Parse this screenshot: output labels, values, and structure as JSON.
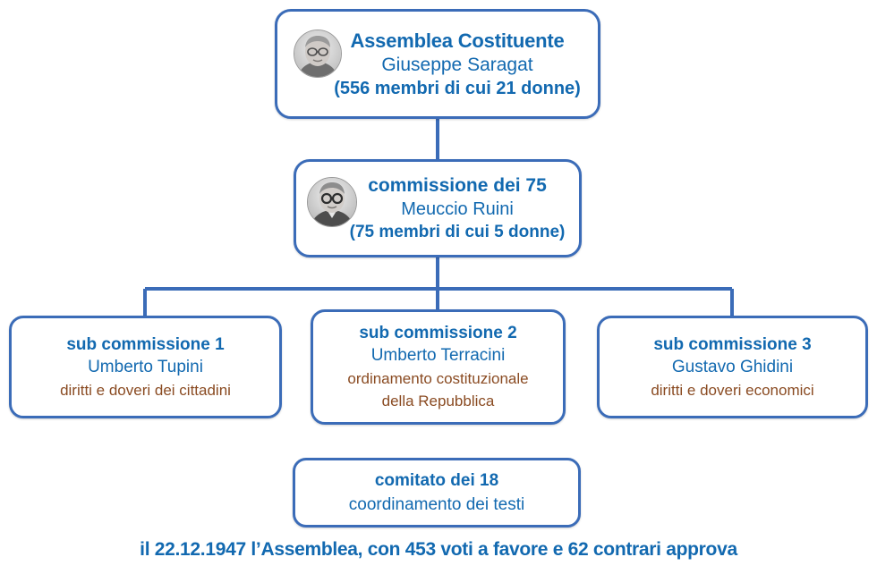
{
  "theme": {
    "box_border": "#3b6cb8",
    "connector": "#3b6cb8",
    "title_blue": "#1269b0",
    "desc_brown": "#8a4b22",
    "background": "#ffffff"
  },
  "diagram": {
    "type": "organizational-chart",
    "nodes": [
      {
        "id": "assemblea",
        "title": "Assemblea Costituente",
        "name": "Giuseppe Saragat",
        "detail": "(556 membri di cui 21 donne)",
        "avatar": "portrait-giuseppe-saragat"
      },
      {
        "id": "commissione",
        "title": "commissione dei 75",
        "name": "Meuccio Ruini",
        "detail": "(75 membri di cui 5 donne)",
        "avatar": "portrait-meuccio-ruini"
      },
      {
        "id": "sub1",
        "title": "sub commissione 1",
        "name": "Umberto Tupini",
        "desc_line1": "diritti e doveri dei cittadini",
        "desc_line2": ""
      },
      {
        "id": "sub2",
        "title": "sub commissione 2",
        "name": "Umberto Terracini",
        "desc_line1": "ordinamento costituzionale",
        "desc_line2": "della Repubblica"
      },
      {
        "id": "sub3",
        "title": "sub commissione 3",
        "name": "Gustavo Ghidini",
        "desc_line1": "diritti e doveri economici",
        "desc_line2": ""
      },
      {
        "id": "comitato",
        "title": "comitato dei 18",
        "name": "coordinamento dei testi"
      }
    ],
    "footer": "il 22.12.1947 l’Assemblea, con 453 voti a favore e 62 contrari approva"
  }
}
